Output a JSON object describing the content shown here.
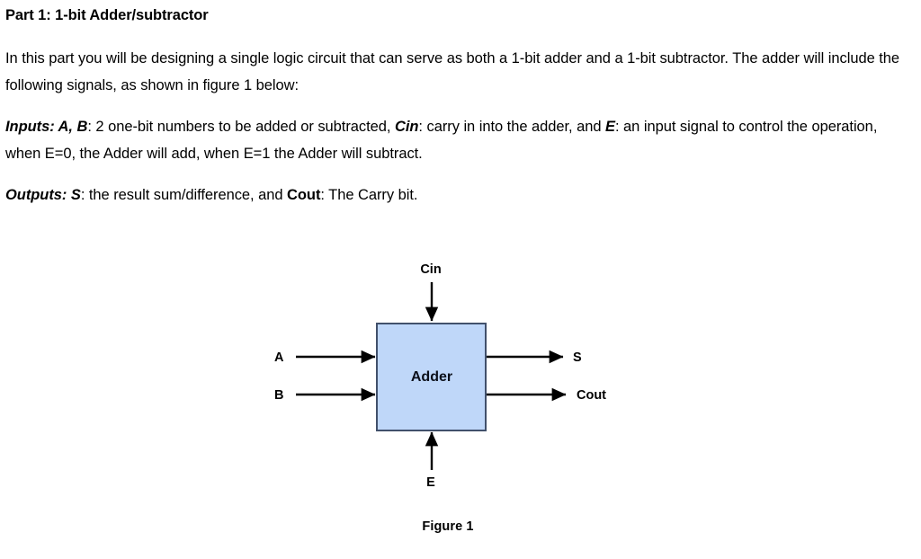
{
  "document": {
    "heading": "Part 1: 1-bit Adder/subtractor",
    "paragraphs": {
      "intro": {
        "text": "In this part you will be designing a single logic circuit that can serve as both a 1-bit adder and a 1-bit subtractor. The adder will include the following signals, as shown in figure 1 below:"
      },
      "inputs": {
        "label": "Inputs: A, B",
        "part1": ": 2 one-bit numbers to be added or subtracted, ",
        "cin_label": "Cin",
        "part2": ": carry in into the adder, and ",
        "e_label": "E",
        "part3": ": an input signal to control the operation, when E=0, the Adder will add, when E=1 the Adder will subtract."
      },
      "outputs": {
        "label": "Outputs: S",
        "part1": ": the result sum/difference, and ",
        "cout_label": "Cout",
        "part2": ": The Carry bit."
      }
    }
  },
  "figure": {
    "caption": "Figure 1",
    "block_label": "Adder",
    "block_fill": "#BFD7F9",
    "block_stroke": "#41506B",
    "line_color": "#000000",
    "ports": {
      "top_input": "Cin",
      "bottom_input": "E",
      "left_input_1": "A",
      "left_input_2": "B",
      "right_output_1": "S",
      "right_output_2": "Cout"
    }
  }
}
